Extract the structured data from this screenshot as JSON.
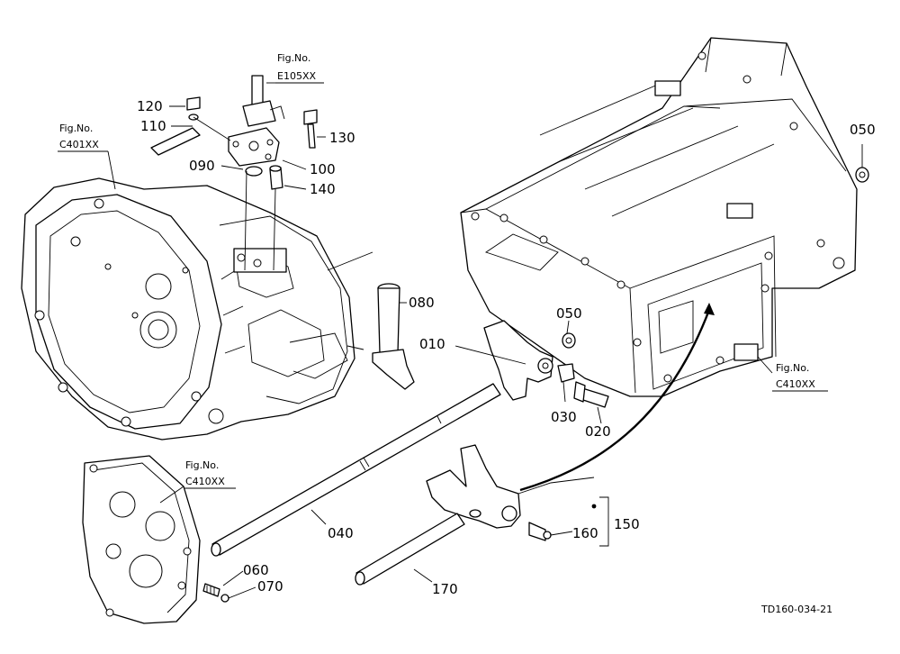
{
  "figure_refs": [
    {
      "id": "e105",
      "label": "Fig.No.",
      "code": "E105XX"
    },
    {
      "id": "c401",
      "label": "Fig.No.",
      "code": "C401XX"
    },
    {
      "id": "c410-right",
      "label": "Fig.No.",
      "code": "C410XX"
    },
    {
      "id": "c410-left",
      "label": "Fig.No.",
      "code": "C410XX"
    }
  ],
  "callouts": [
    "120",
    "110",
    "130",
    "090",
    "100",
    "140",
    "080",
    "050",
    "010",
    "050",
    "030",
    "020",
    "040",
    "160",
    "150",
    "060",
    "070",
    "170"
  ],
  "drawing_code": "TD160-034-21"
}
